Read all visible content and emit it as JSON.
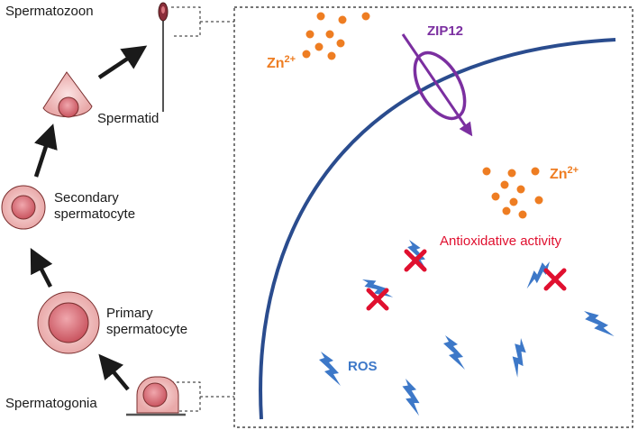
{
  "stages": {
    "spermatozoon": "Spermatozoon",
    "spermatid": "Spermatid",
    "secondary_line1": "Secondary",
    "secondary_line2": "spermatocyte",
    "primary_line1": "Primary",
    "primary_line2": "spermatocyte",
    "spermatogonia": "Spermatogonia"
  },
  "zoom": {
    "transporter": "ZIP12",
    "zinc_outside": {
      "base": "Zn",
      "charge": "2+"
    },
    "zinc_inside": {
      "base": "Zn",
      "charge": "2+"
    },
    "activity": "Antioxidative activity",
    "ros": "ROS"
  },
  "colors": {
    "cell_fill": "#f2c3c3",
    "cell_stroke": "#7a2e2e",
    "nucleus_fill": "#d9757e",
    "membrane": "#2a4c8e",
    "zinc": "#ee7d22",
    "zip12": "#7b2fa0",
    "ros": "#3d78c8",
    "block": "#e0102f"
  }
}
